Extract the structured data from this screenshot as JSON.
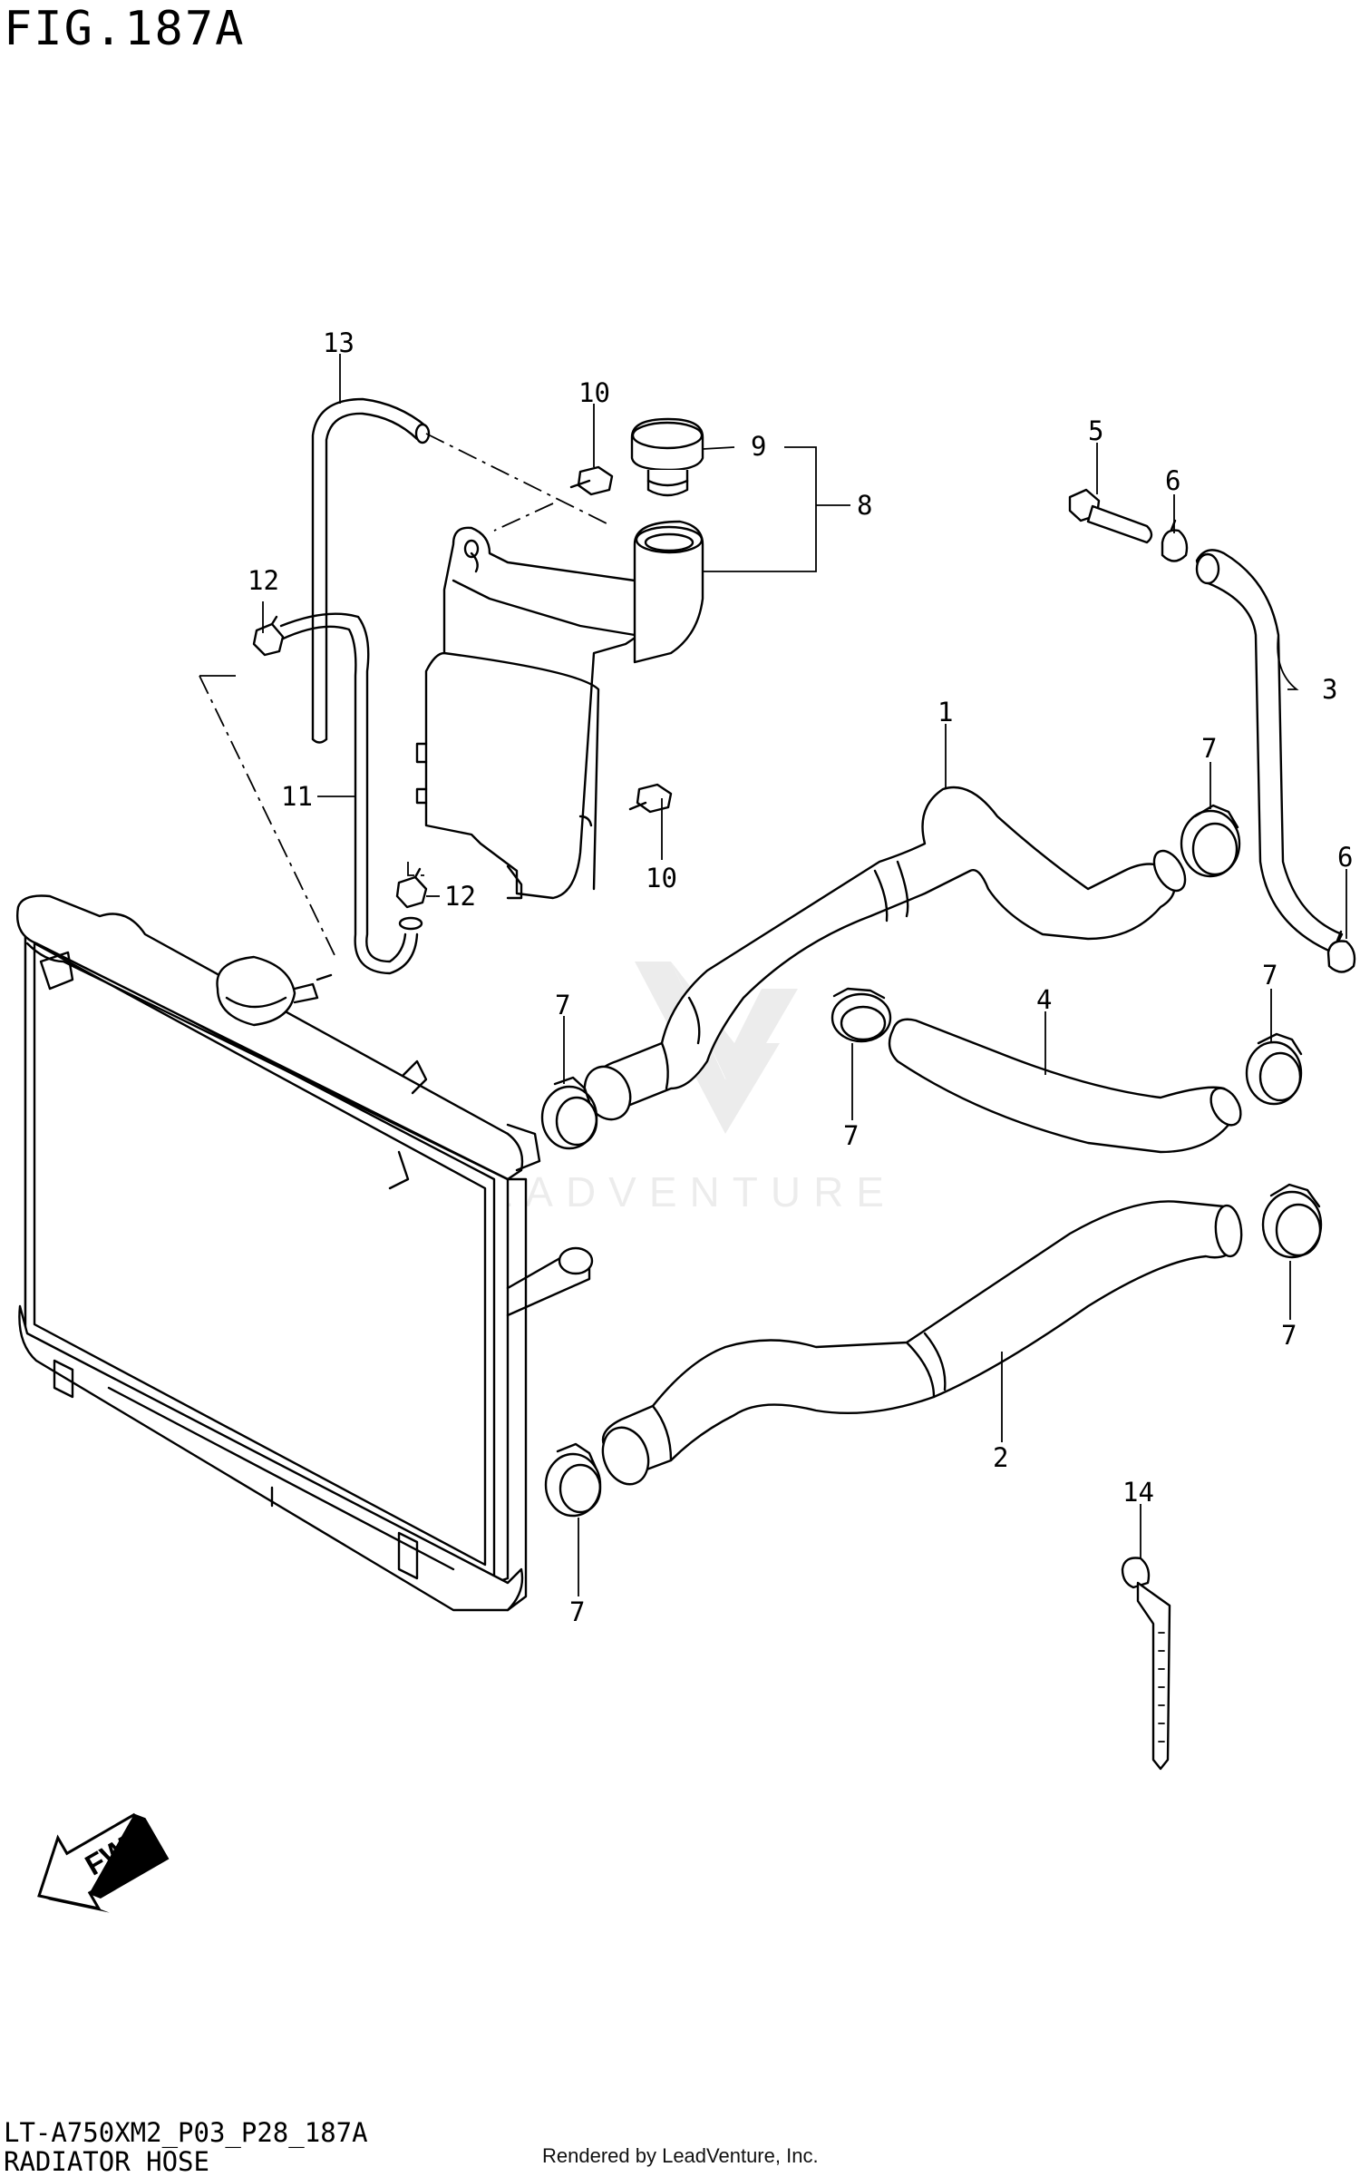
{
  "header": {
    "figure_id": "FIG.187A"
  },
  "footer": {
    "model_code": "LT-A750XM2_P03_P28_187A",
    "section_title": "RADIATOR HOSE",
    "credit": "Rendered by LeadVenture, Inc."
  },
  "watermark": {
    "text": "LEADVENTURE"
  },
  "fwd_arrow": {
    "text": "FWD"
  },
  "callouts": {
    "c1": "1",
    "c2": "2",
    "c3": "3",
    "c4": "4",
    "c5": "5",
    "c6a": "6",
    "c6b": "6",
    "c7a": "7",
    "c7b": "7",
    "c7c": "7",
    "c7d": "7",
    "c7e": "7",
    "c7f": "7",
    "c8": "8",
    "c9": "9",
    "c10a": "10",
    "c10b": "10",
    "c11": "11",
    "c12a": "12",
    "c12b": "12",
    "c13": "13",
    "c14": "14"
  }
}
